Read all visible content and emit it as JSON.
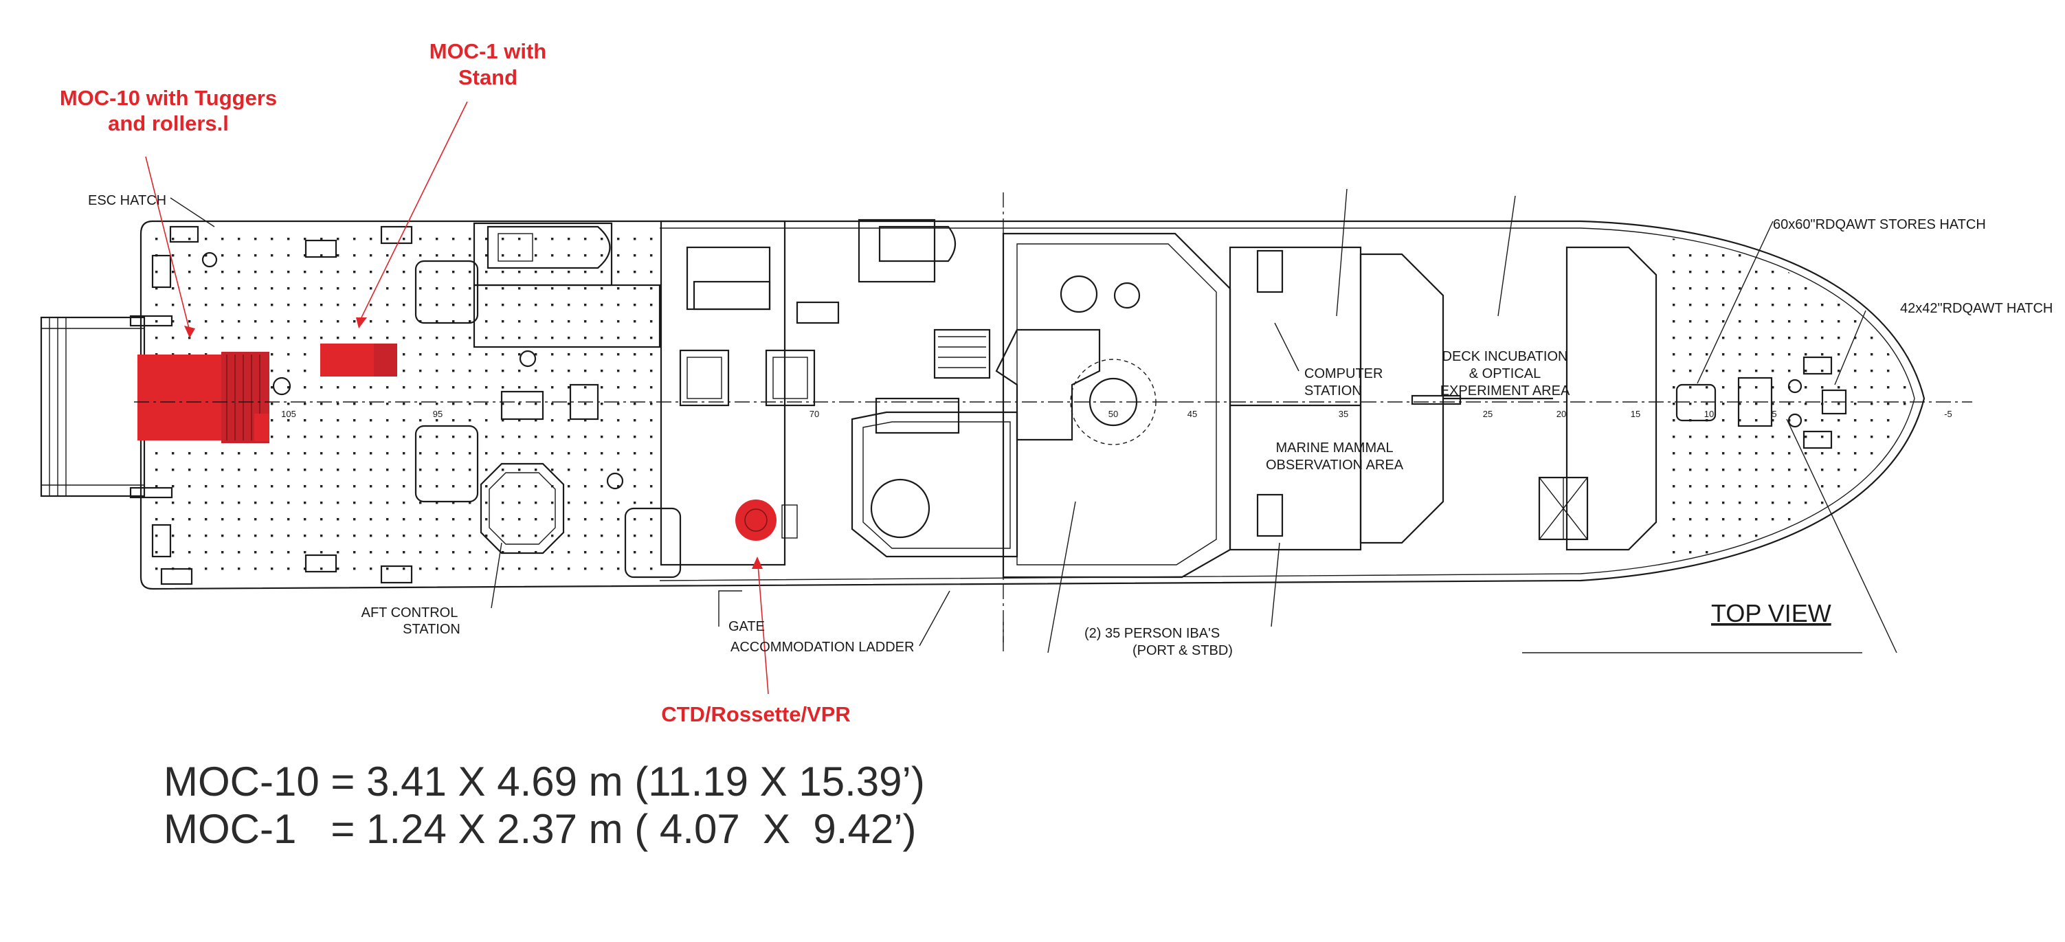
{
  "annotations": {
    "moc10": [
      "MOC-10 with Tuggers",
      "and rollers.l"
    ],
    "moc1": [
      "MOC-1 with",
      "Stand"
    ],
    "ctd": "CTD/Rossette/VPR"
  },
  "labels": {
    "esc_hatch": "ESC HATCH",
    "stores_hatch": "60x60\"RDQAWT STORES HATCH",
    "hatch_42": "42x42\"RDQAWT HATCH",
    "computer_station": [
      "COMPUTER",
      "STATION"
    ],
    "deck_incubation": [
      "DECK INCUBATION",
      "& OPTICAL",
      "EXPERIMENT AREA"
    ],
    "marine_mammal": [
      "MARINE MAMMAL",
      "OBSERVATION AREA"
    ],
    "aft_control": [
      "AFT CONTROL",
      "STATION"
    ],
    "gate": "GATE",
    "accommodation_ladder": "ACCOMMODATION LADDER",
    "iba": [
      "(2) 35 PERSON IBA'S",
      "(PORT & STBD)"
    ],
    "top_view": "TOP VIEW"
  },
  "frame_numbers": [
    "105",
    "95",
    "70",
    "50",
    "45",
    "35",
    "25",
    "20",
    "15",
    "10",
    "5",
    "-5"
  ],
  "dimensions": {
    "moc10": "MOC-10 = 3.41 X 4.69 m (11.19 X 15.39’)",
    "moc1": "MOC-1   = 1.24 X 2.37 m ( 4.07  X  9.42’)"
  },
  "colors": {
    "accent_red": "#e0262b",
    "line": "#1a1a1a"
  }
}
